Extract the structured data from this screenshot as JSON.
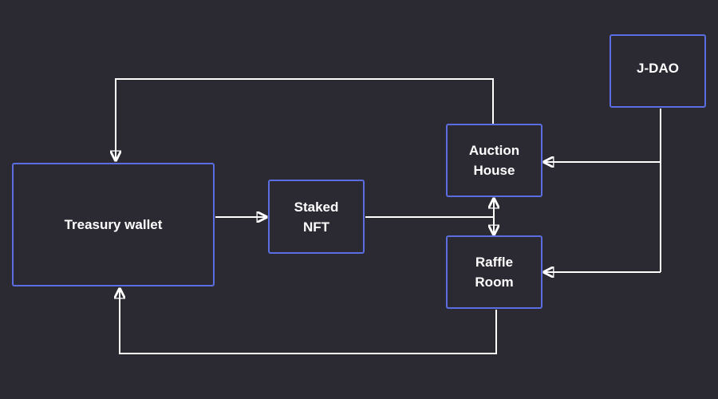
{
  "diagram": {
    "nodes": {
      "treasury": {
        "label": "Treasury wallet"
      },
      "staked": {
        "label": "Staked\nNFT"
      },
      "auction": {
        "label": "Auction\nHouse"
      },
      "raffle": {
        "label": "Raffle\nRoom"
      },
      "jdao": {
        "label": "J-DAO"
      }
    },
    "edges": [
      {
        "from": "treasury",
        "to": "staked"
      },
      {
        "from": "staked",
        "to": "auction"
      },
      {
        "from": "staked",
        "to": "raffle"
      },
      {
        "from": "auction",
        "to": "treasury"
      },
      {
        "from": "raffle",
        "to": "treasury"
      },
      {
        "from": "jdao",
        "to": "auction"
      },
      {
        "from": "jdao",
        "to": "raffle"
      }
    ],
    "colors": {
      "background": "#2b2a33",
      "node_border": "#5b6ee1",
      "text": "#ffffff",
      "edge": "#ffffff"
    }
  }
}
